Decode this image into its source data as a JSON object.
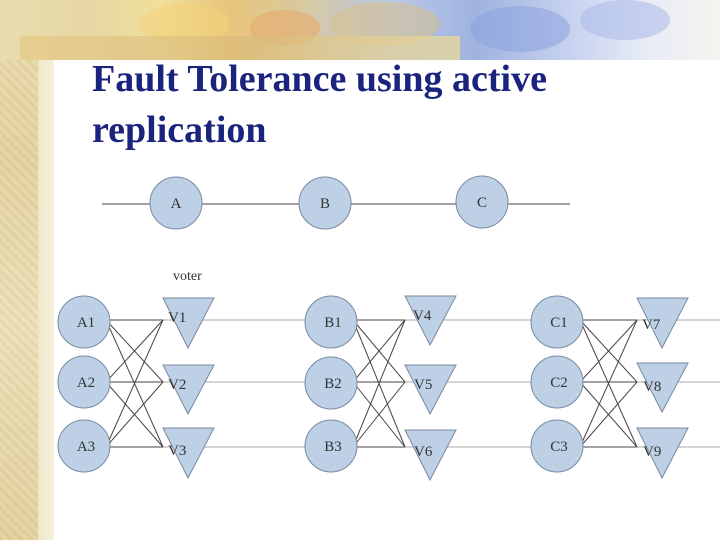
{
  "slide": {
    "title_line1": "Fault Tolerance using active",
    "title_line2": "replication"
  },
  "top_chain": {
    "nodes": [
      "A",
      "B",
      "C"
    ]
  },
  "voter_label": "voter",
  "replicas": {
    "A": [
      "A1",
      "A2",
      "A3"
    ],
    "B": [
      "B1",
      "B2",
      "B3"
    ],
    "C": [
      "C1",
      "C2",
      "C3"
    ]
  },
  "voters": {
    "group1": [
      "V1",
      "V2",
      "V3"
    ],
    "group2": [
      "V4",
      "V5",
      "V6"
    ],
    "group3": [
      "V7",
      "V8",
      "V9"
    ]
  },
  "colors": {
    "title": "#1a237e",
    "node_fill": "#bdd0e6",
    "node_stroke": "#7a8aa0",
    "line": "#444444"
  }
}
